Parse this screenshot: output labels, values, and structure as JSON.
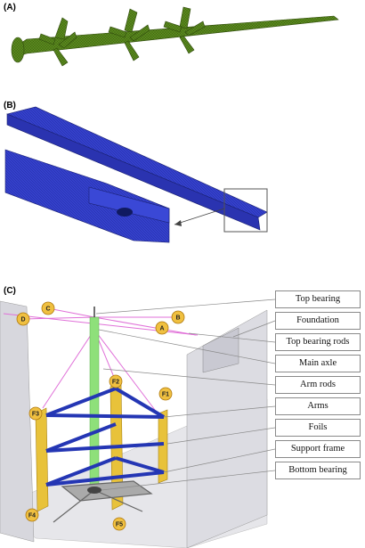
{
  "panels": {
    "a": {
      "letter": "(A)"
    },
    "b": {
      "letter": "(B)"
    },
    "c": {
      "letter": "(C)",
      "callouts": [
        "Top bearing",
        "Foundation",
        "Top bearing rods",
        "Main axle",
        "Arm rods",
        "Arms",
        "Foils",
        "Support frame",
        "Bottom bearing"
      ],
      "markers": [
        "A",
        "B",
        "C",
        "D",
        "F1",
        "F2",
        "F3",
        "F4",
        "F5"
      ]
    }
  },
  "colors": {
    "mesh_green": "#4f7a1a",
    "mesh_blue": "#2f39c8",
    "foil_yellow": "#e8c23a",
    "arm_blue": "#2436b4",
    "rod_pink": "#e070d8",
    "axle_green": "#8ee07a"
  }
}
